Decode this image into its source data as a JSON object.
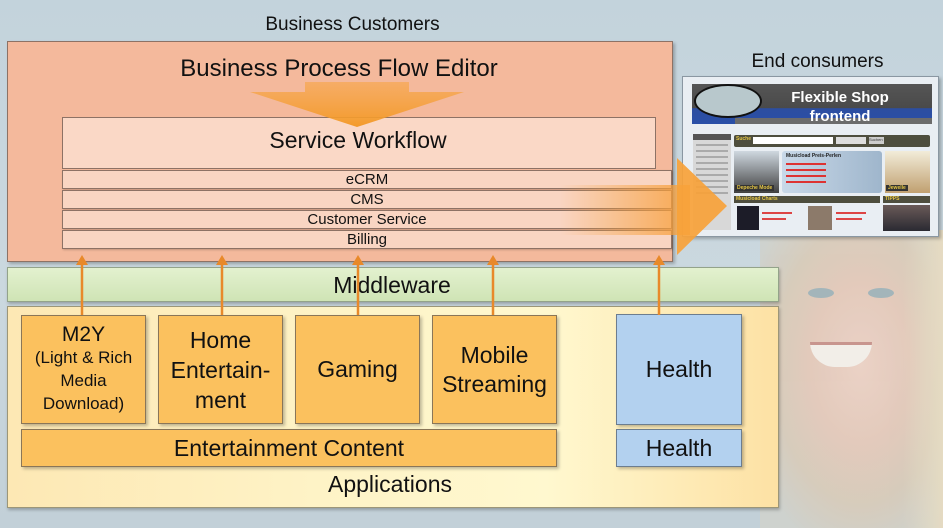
{
  "top": {
    "business_customers": "Business Customers",
    "editor_title": "Business Process Flow Editor",
    "service_workflow": "Service Workflow",
    "services": [
      "eCRM",
      "CMS",
      "Customer Service",
      "Billing"
    ]
  },
  "consumers": {
    "label": "End consumers",
    "shop_title_line1": "Flexible Shop",
    "shop_title_line2": "frontend",
    "shop_search_label": "Suche",
    "shop_search_button": "Suchen",
    "shop_banner_title": "Musicload Preis-Perlen",
    "shop_caption_left": "Depeche Mode",
    "shop_caption_right": "Jewelle",
    "shop_charts_label": "Musicload Charts",
    "shop_tipps_label": "TIPPS"
  },
  "middleware": {
    "label": "Middleware"
  },
  "applications": {
    "label": "Applications",
    "boxes": [
      {
        "title": "M2Y",
        "subtitle": "(Light & Rich\nMedia\nDownload)"
      },
      {
        "title": "Home\nEntertain-\nment"
      },
      {
        "title": "Gaming"
      },
      {
        "title": "Mobile\nStreaming"
      }
    ],
    "entertainment_content": "Entertainment Content",
    "health_top": "Health",
    "health_bottom": "Health"
  },
  "colors": {
    "editor_panel": "#f4b99c",
    "service_rows": "#f9d5c2",
    "arrow_orange": "#f7a23a",
    "middleware": "#d7eac0",
    "applications_panel": "#fef3c6",
    "app_boxes": "#fbc15e",
    "health_boxes": "#b3d1ef"
  }
}
